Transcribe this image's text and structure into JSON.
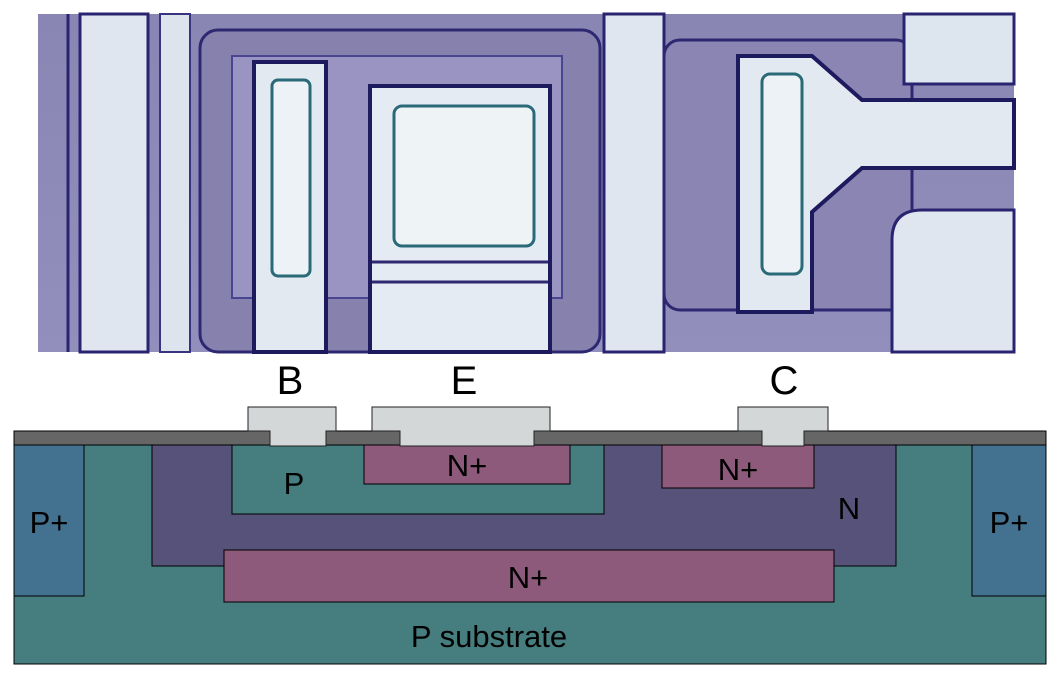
{
  "terminals": {
    "base": "B",
    "emitter": "E",
    "collector": "C"
  },
  "regions": {
    "base_p": "P",
    "emitter_n_plus": "N+",
    "collector_contact_n_plus": "N+",
    "epi_n": "N",
    "buried_n_plus": "N+",
    "isolation_left": "P+",
    "isolation_right": "P+",
    "substrate": "P substrate"
  },
  "colors": {
    "substrate": "#467d7f",
    "isolation_p_plus": "#437291",
    "epi_n": "#575279",
    "n_plus": "#8e5a7c",
    "p_base": "#467d7f",
    "oxide": "#666666",
    "metal": "#d4d7d8"
  }
}
